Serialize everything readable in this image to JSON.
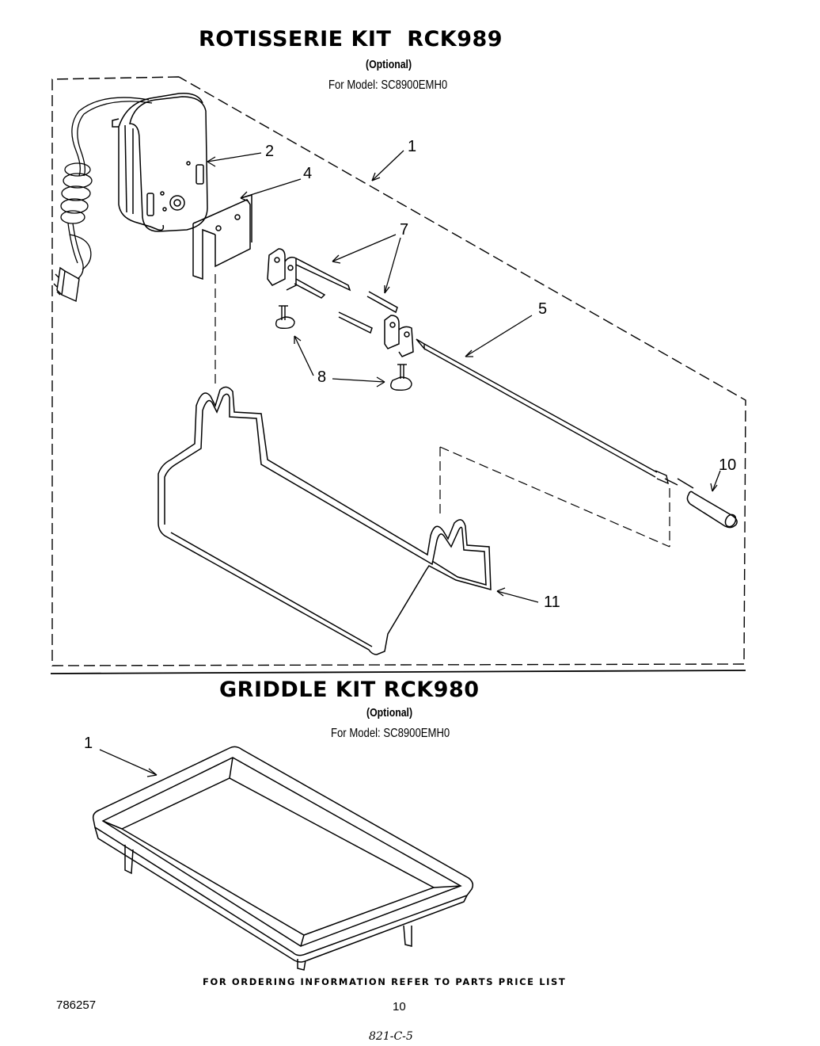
{
  "rotisserie": {
    "title": "ROTISSERIE KIT  RCK989",
    "optional": "(Optional)",
    "model": "For Model: SC8900EMH0",
    "callouts": {
      "c1": "1",
      "c2": "2",
      "c4": "4",
      "c5": "5",
      "c7": "7",
      "c8": "8",
      "c10": "10",
      "c11": "11"
    }
  },
  "griddle": {
    "title": "GRIDDLE KIT RCK980",
    "optional": "(Optional)",
    "model": "For Model: SC8900EMH0",
    "callouts": {
      "c1": "1"
    }
  },
  "footer": {
    "ordering_note": "FOR ORDERING INFORMATION REFER TO PARTS PRICE LIST",
    "doc_number": "786257",
    "page_number": "10",
    "handwritten": "821-C-5"
  }
}
